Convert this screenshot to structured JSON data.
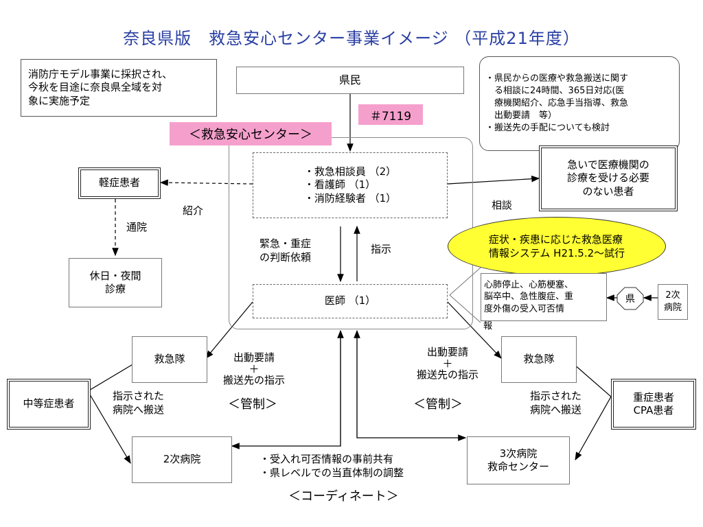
{
  "title": "奈良県版　救急安心センター事業イメージ （平成21年度）",
  "note_left": [
    "消防庁モデル事業に採択され、",
    "今秋を目途に奈良県全域を対",
    "象に実施予定"
  ],
  "note_right": [
    "・県民からの医療や救急搬送に関す",
    "　る相談に24時間、365日対応(医",
    "　療機関紹介、応急手当指導、救急",
    "　出動要請　等）",
    "・搬送先の手配についても検討"
  ],
  "kenmin": "県民",
  "number": "＃7119",
  "center_label": "＜救急安心センター＞",
  "staff": [
    "・救急相談員 （2）",
    "・看護師 （1）",
    "・消防経験者 （1）"
  ],
  "doctor": "医師 （1）",
  "request": [
    "緊急・重症",
    "の判断依頼"
  ],
  "instruction": "指示",
  "mild_patient": "軽症患者",
  "referral": "紹介",
  "visit": "通院",
  "holiday_clinic": [
    "休日・夜間",
    "診療"
  ],
  "no_need": [
    "急いで医療機関の",
    "診療を受ける必要",
    "のない患者"
  ],
  "consult": "相談",
  "info_system": [
    "症状・疾患に応じた救急医療",
    "情報システム H21.5.2～試行"
  ],
  "callout": [
    "心肺停止、心筋梗塞、",
    "脳卒中、急性腹症、重",
    "度外傷の受入可否情",
    "報"
  ],
  "prefecture": "県",
  "secondary_hosp_small": [
    "2次",
    "病院"
  ],
  "ems_left": "救急隊",
  "ems_right": "救急隊",
  "dispatch_left": [
    "出動要請",
    "＋",
    "搬送先の指示"
  ],
  "dispatch_right": [
    "出動要請",
    "＋",
    "搬送先の指示"
  ],
  "control_left": "＜管制＞",
  "control_right": "＜管制＞",
  "moderate_patient": "中等症患者",
  "severe_patient": [
    "重症患者",
    "CPA患者"
  ],
  "transport_left": [
    "指示された",
    "病院へ搬送"
  ],
  "transport_right": [
    "指示された",
    "病院へ搬送"
  ],
  "secondary_hospital": "2次病院",
  "tertiary_hospital": [
    "3次病院",
    "救命センター"
  ],
  "coordination": [
    "・受入れ可否情報の事前共有",
    "・県レベルでの当直体制の調整"
  ],
  "coordinate_label": "＜コーディネート＞",
  "colors": {
    "title": "#2a3fa3",
    "pink": "#f5a0cc",
    "yellow": "#ffff33"
  }
}
